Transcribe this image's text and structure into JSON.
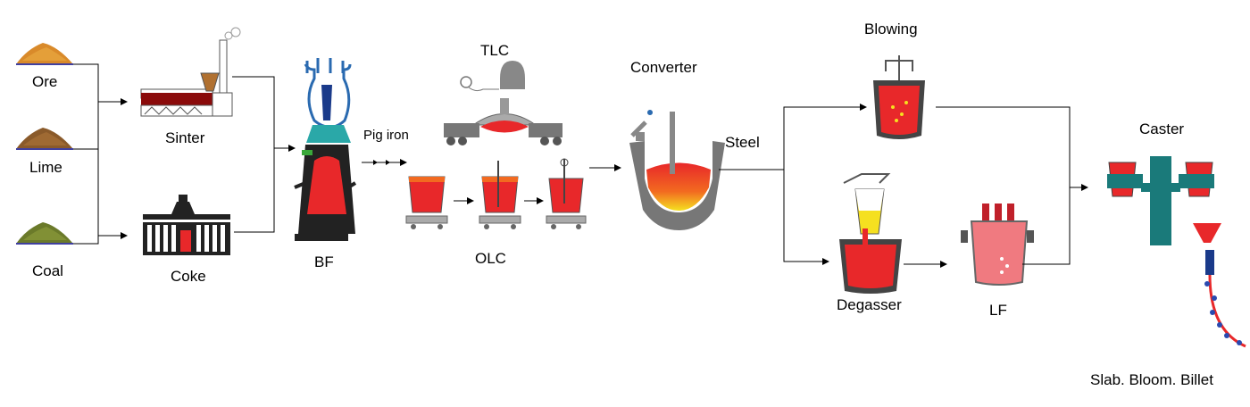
{
  "labels": {
    "ore": "Ore",
    "lime": "Lime",
    "coal": "Coal",
    "sinter": "Sinter",
    "coke": "Coke",
    "bf": "BF",
    "pig_iron": "Pig iron",
    "tlc": "TLC",
    "olc": "OLC",
    "converter": "Converter",
    "steel": "Steel",
    "blowing": "Blowing",
    "degasser": "Degasser",
    "lf": "LF",
    "caster": "Caster",
    "products": "Slab. Bloom. Billet"
  },
  "colors": {
    "ore": "#d98a2a",
    "lime": "#8a5a2a",
    "coal": "#6b7a2a",
    "molten": "#e8282a",
    "hot_yellow": "#f5e020",
    "caster": "#1a7a7a",
    "furnace_blue": "#2a6ab0",
    "line": "#000000"
  }
}
